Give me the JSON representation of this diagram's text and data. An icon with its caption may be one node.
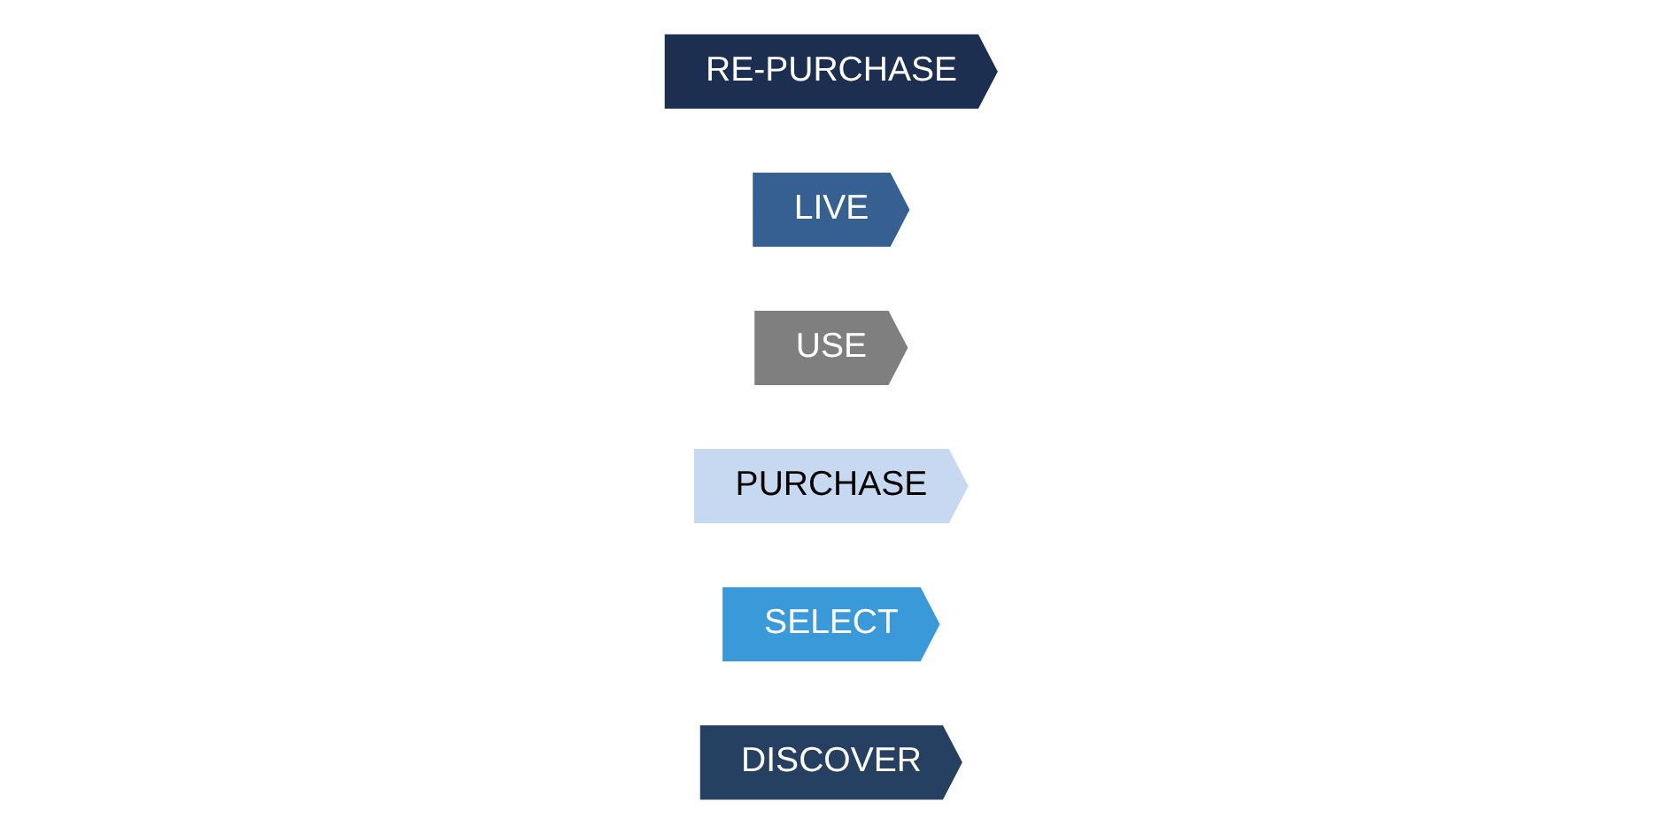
{
  "diagram": {
    "nodes": [
      {
        "text": [
          "DISCOVER"
        ]
      },
      {
        "text": [
          "SELECT"
        ]
      },
      {
        "text": [
          "PURCHASE"
        ]
      },
      {
        "text": [
          "USE"
        ]
      },
      {
        "text": [
          "LIVE"
        ]
      },
      {
        "text": [
          "RE-PURCHASE"
        ]
      }
    ]
  }
}
